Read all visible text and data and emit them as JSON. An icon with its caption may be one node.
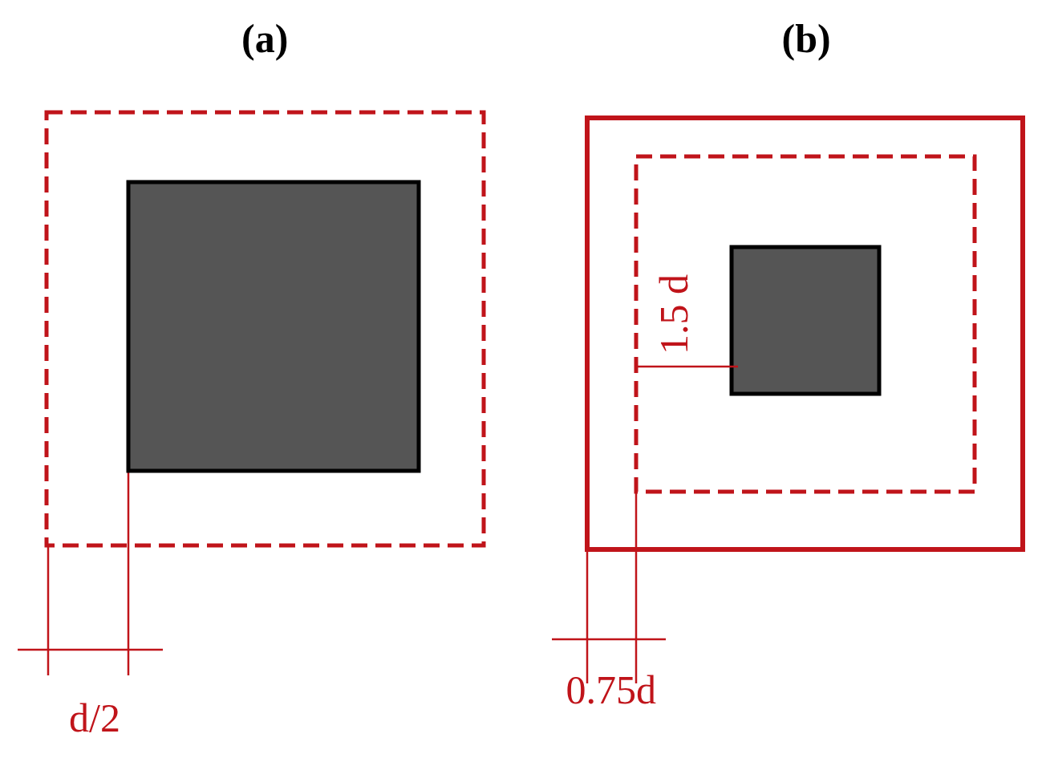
{
  "diagram": {
    "nodes": [
      {
        "text": [],
        "shape": "box"
      },
      {
        "text": [],
        "shape": "box"
      }
    ],
    "labels": [
      "(a)",
      "(b)",
      "d/2",
      "1.5 d",
      "0.75d"
    ]
  }
}
